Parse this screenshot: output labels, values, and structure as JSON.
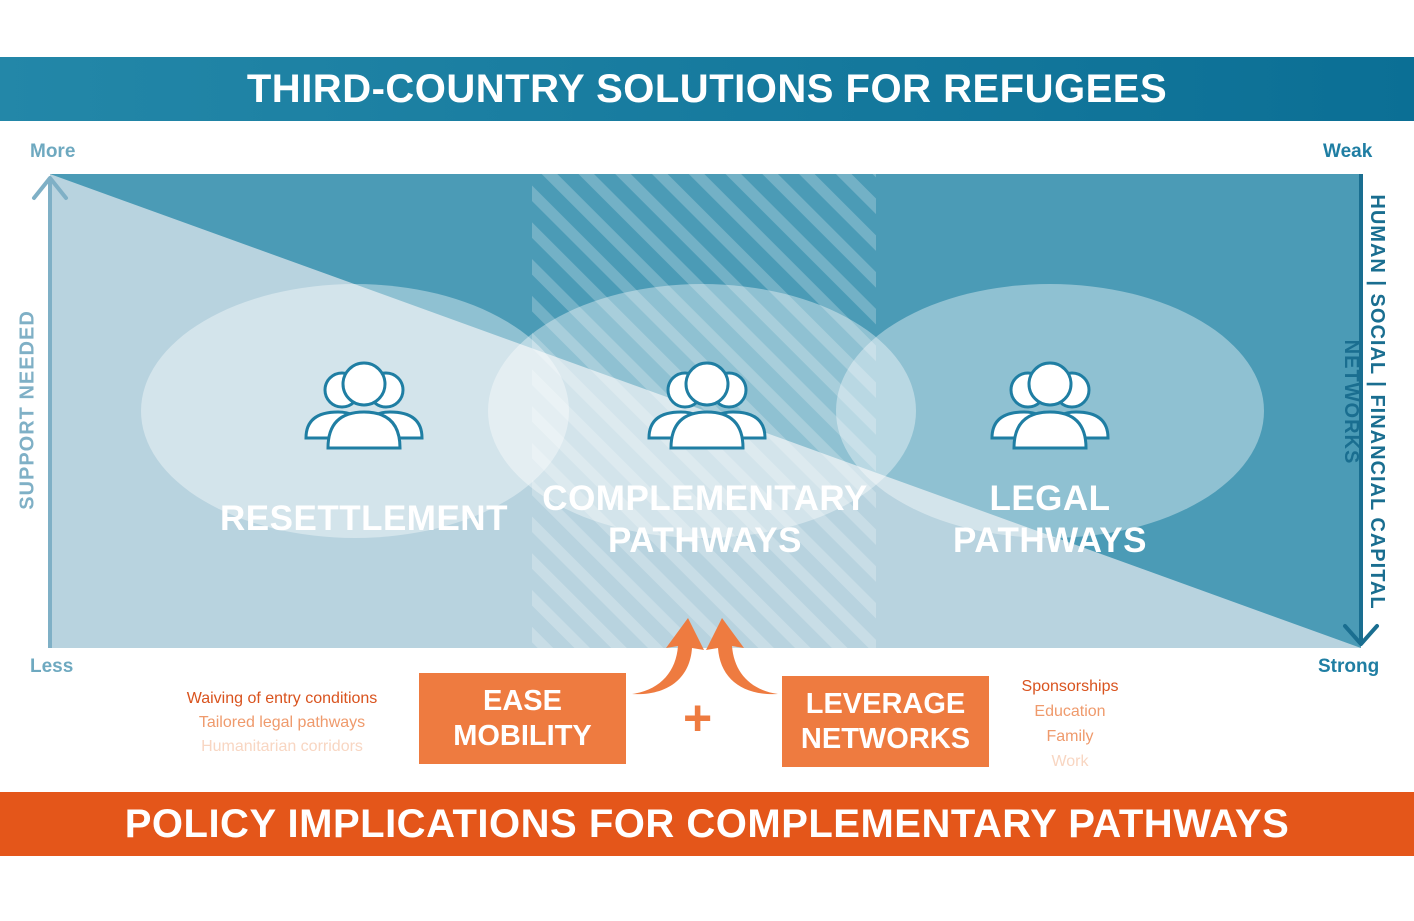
{
  "header": {
    "title": "THIRD-COUNTRY SOLUTIONS FOR REFUGEES"
  },
  "footer": {
    "title": "POLICY IMPLICATIONS FOR COMPLEMENTARY PATHWAYS"
  },
  "axes": {
    "left": {
      "top": "More",
      "bottom": "Less",
      "title": "SUPPORT NEEDED"
    },
    "right": {
      "top": "Weak",
      "bottom": "Strong",
      "title_line1": "HUMAN | SOCIAL | FINANCIAL CAPITAL",
      "title_line2": "NETWORKS"
    }
  },
  "categories": [
    {
      "line1": "RESETTLEMENT",
      "line2": ""
    },
    {
      "line1": "COMPLEMENTARY",
      "line2": "PATHWAYS"
    },
    {
      "line1": "LEGAL",
      "line2": "PATHWAYS"
    }
  ],
  "actions": {
    "ease": {
      "line1": "EASE",
      "line2": "MOBILITY"
    },
    "plus": "+",
    "leverage": {
      "line1": "LEVERAGE",
      "line2": "NETWORKS"
    }
  },
  "ease_items": [
    "Waiving of entry conditions",
    "Tailored legal pathways",
    "Humanitarian corridors"
  ],
  "leverage_items": [
    "Sponsorships",
    "Education",
    "Family",
    "Work"
  ],
  "colors": {
    "header_blue": "#0b6f95",
    "dark_region": "#4b9bb6",
    "light_region": "#b8d3df",
    "orange": "#ee7b40",
    "footer_orange": "#e4561a",
    "icon_stroke": "#1f7ea3"
  },
  "icons": [
    "people-group-icon",
    "people-group-icon",
    "people-group-icon"
  ]
}
